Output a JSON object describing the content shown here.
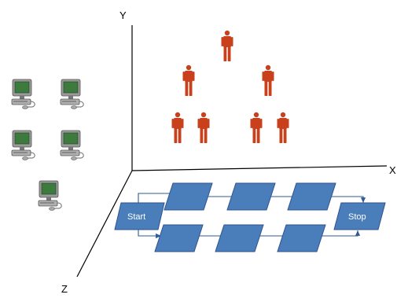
{
  "axes": {
    "y_label": "Y",
    "x_label": "X",
    "z_label": "Z"
  },
  "workflow": {
    "start_label": "Start",
    "stop_label": "Stop",
    "lanes": 2,
    "steps_per_lane": 3
  },
  "icons": {
    "person": "person-icon",
    "computer": "computer-icon"
  },
  "counts": {
    "people": 7,
    "computers": 5
  },
  "colors": {
    "axis": "#000000",
    "person": "#c8401c",
    "shape_fill": "#4a7ebb",
    "shape_stroke": "#2f528f",
    "arrow": "#2e5a97",
    "computer_body": "#8a8a8a",
    "computer_screen": "#3d7a3d"
  }
}
